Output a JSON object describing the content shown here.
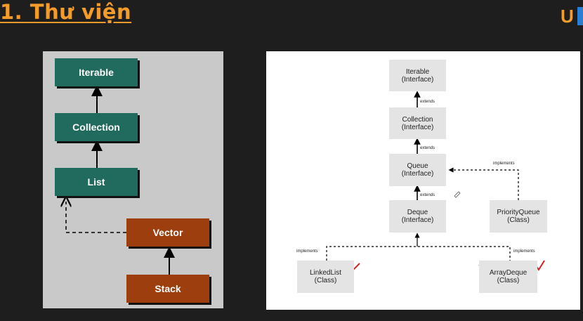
{
  "header": {
    "title": "1. Thư viện",
    "logo_text": "U"
  },
  "left_diagram": {
    "iterable": "Iterable",
    "collection": "Collection",
    "list": "List",
    "vector": "Vector",
    "stack": "Stack"
  },
  "right_diagram": {
    "iterable": {
      "name": "Iterable",
      "kind": "(Interface)"
    },
    "collection": {
      "name": "Collection",
      "kind": "(Interface)"
    },
    "queue": {
      "name": "Queue",
      "kind": "(Interface)"
    },
    "deque": {
      "name": "Deque",
      "kind": "(Interface)"
    },
    "priority_queue": {
      "name": "PriorityQueue",
      "kind": "(Class)"
    },
    "linked_list": {
      "name": "LinkedList",
      "kind": "(Class)"
    },
    "array_deque": {
      "name": "ArrayDeque",
      "kind": "(Class)"
    },
    "labels": {
      "extends1": "extends",
      "extends2": "extends",
      "extends3": "extends",
      "implements_pq": "implements",
      "implements_ll": "implements",
      "implements_ad": "implements"
    }
  },
  "colors": {
    "title": "#f39c2b",
    "interface_box": "#216b5e",
    "class_box": "#9c3e0d",
    "annotation": "#d42020"
  }
}
